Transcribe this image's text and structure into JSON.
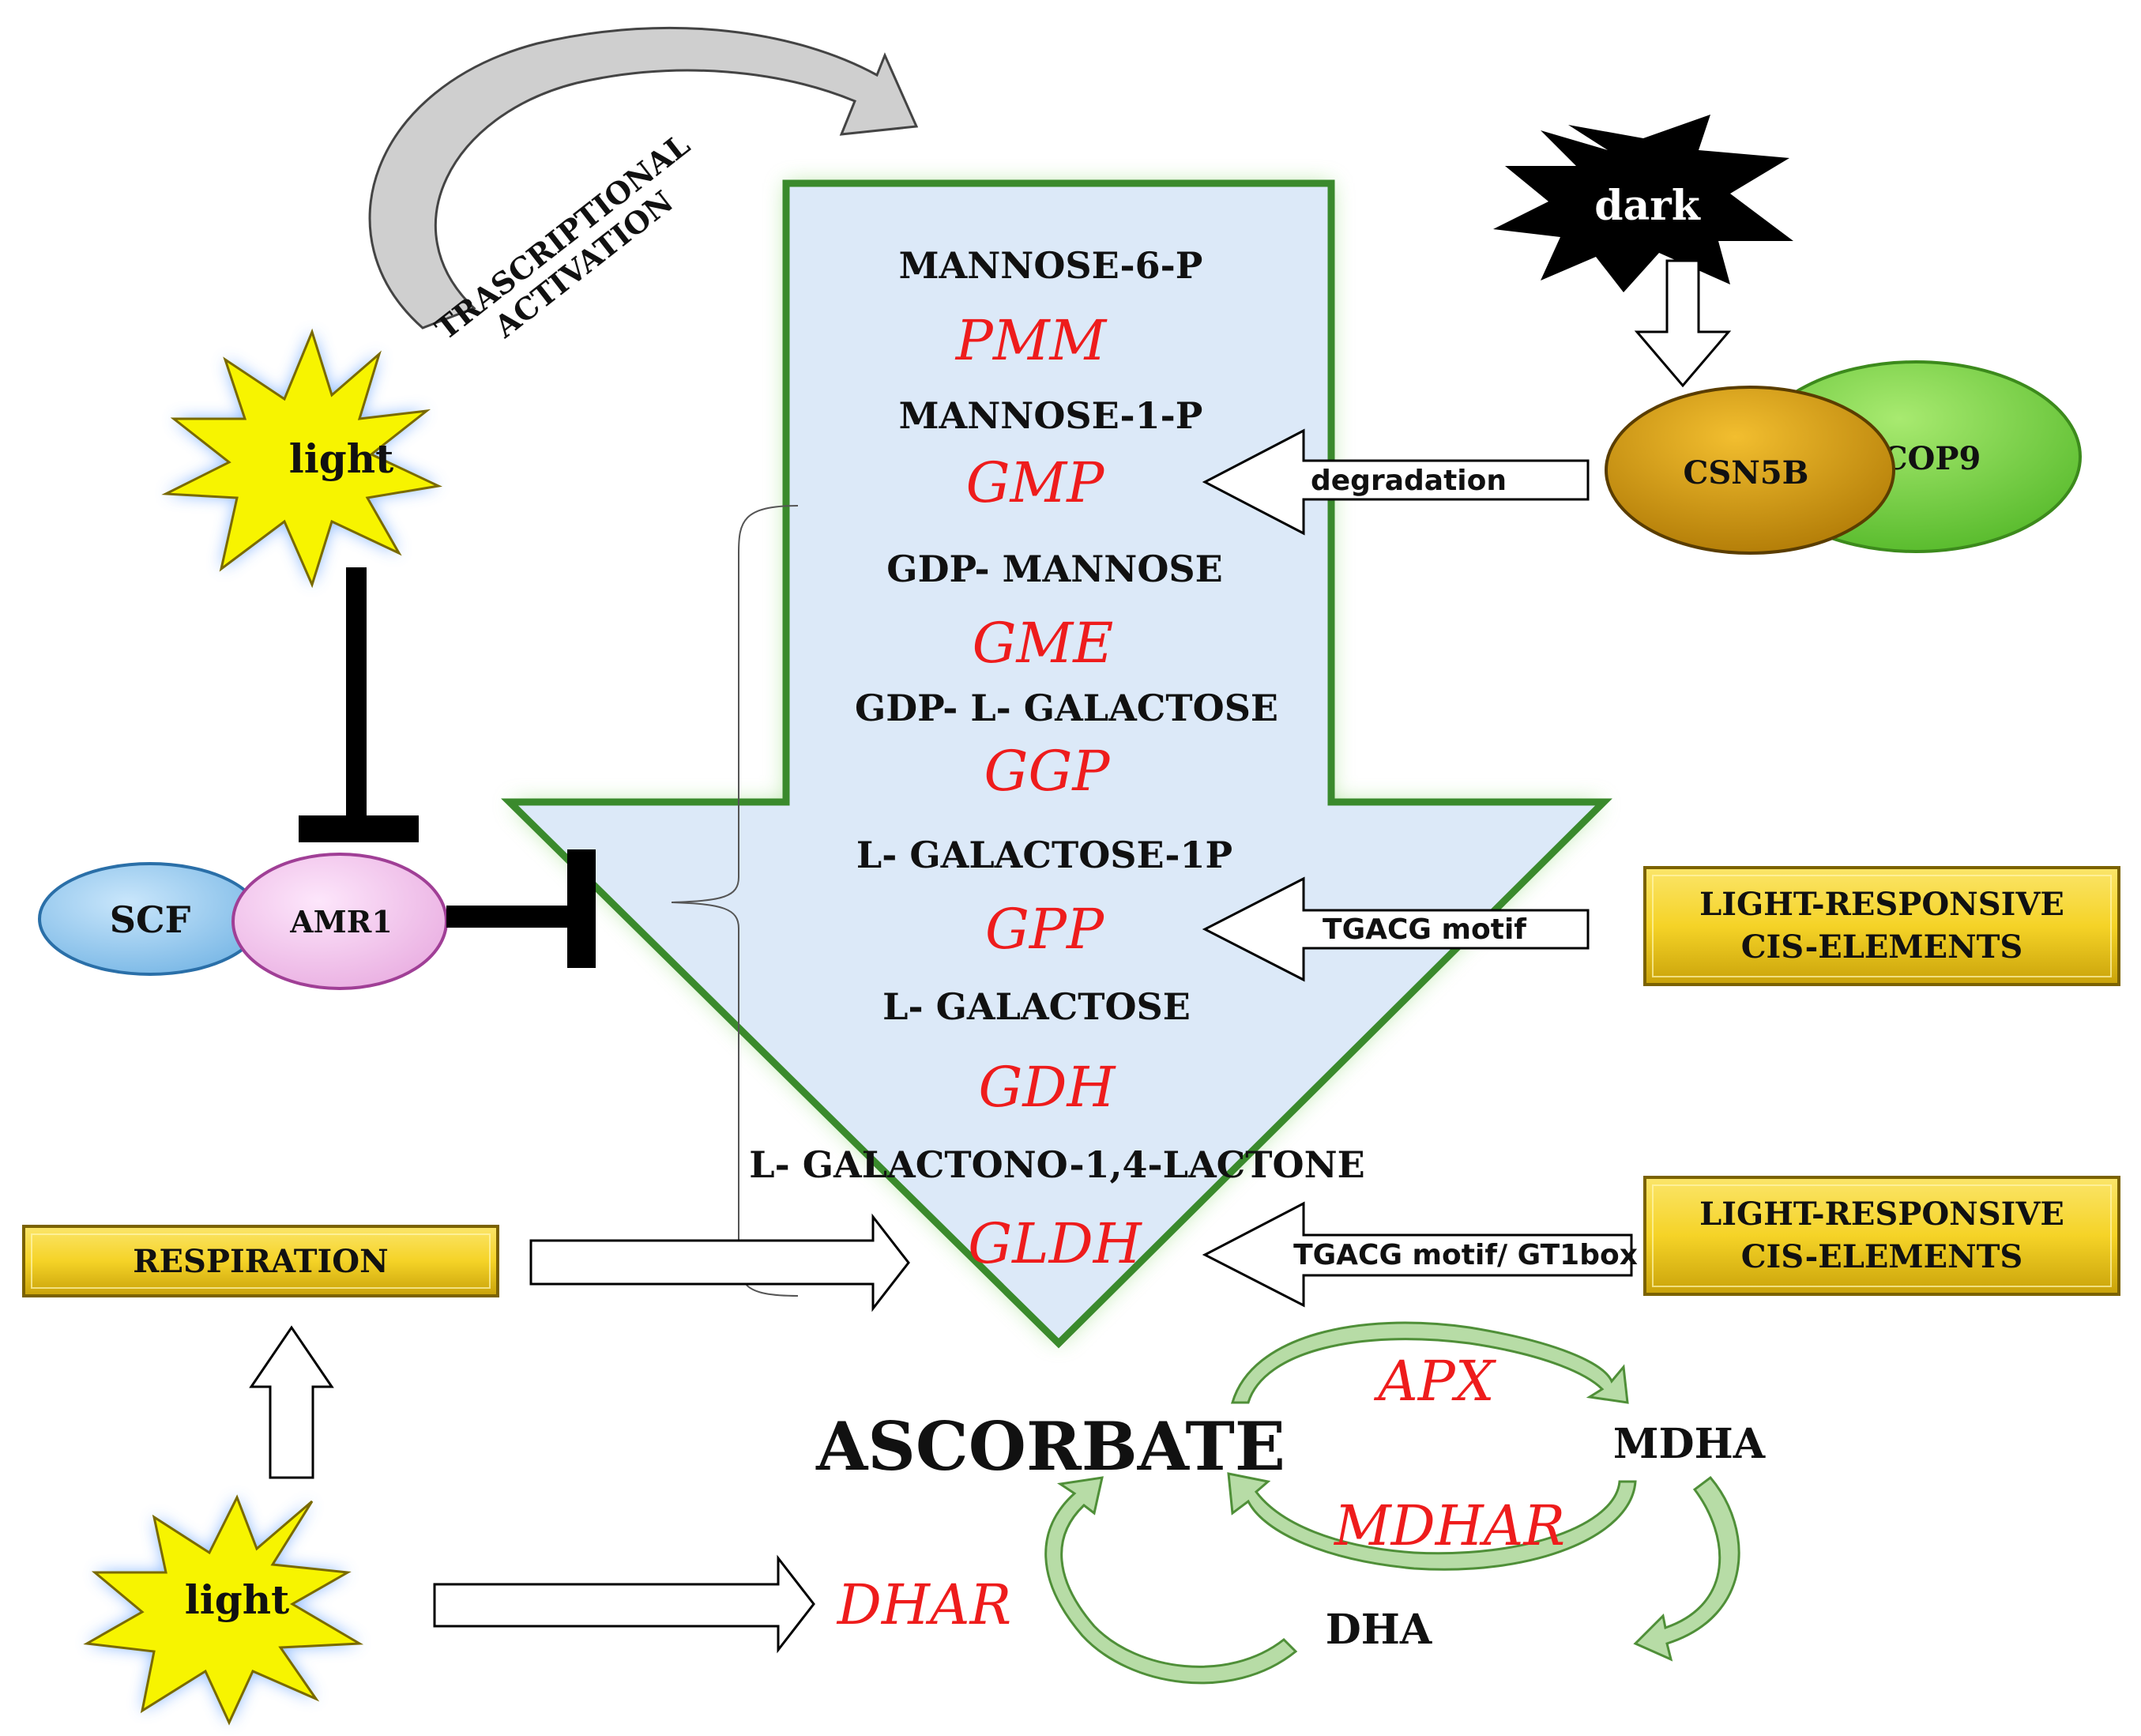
{
  "pathway": {
    "metabolites": [
      "MANNOSE-6-P",
      "MANNOSE-1-P",
      "GDP- MANNOSE",
      "GDP- L- GALACTOSE",
      "L- GALACTOSE-1P",
      "L- GALACTOSE",
      "L- GALACTONO-1,4-LACTONE"
    ],
    "enzymes": [
      "PMM",
      "GMP",
      "GME",
      "GGP",
      "GPP",
      "GDH",
      "GLDH"
    ],
    "product": "ASCORBATE"
  },
  "regulators": {
    "light_top": "light",
    "light_bottom": "light",
    "dark": "dark",
    "transcriptional_activation": [
      "TRASCRIPTIONAL",
      "ACTIVATION"
    ],
    "scf": "SCF",
    "amr1": "AMR1",
    "csn5b": "CSN5B",
    "cop9": "COP9",
    "degradation": "degradation",
    "tgacg_motif": "TGACG motif",
    "tgacg_gt1box": "TGACG motif/ GT1box",
    "respiration": "RESPIRATION",
    "cis_elements_1": [
      "LIGHT-RESPONSIVE",
      "CIS-ELEMENTS"
    ],
    "cis_elements_2": [
      "LIGHT-RESPONSIVE",
      "CIS-ELEMENTS"
    ]
  },
  "cycle": {
    "apx": "APX",
    "mdha": "MDHA",
    "mdhar": "MDHAR",
    "dha": "DHA",
    "dhar": "DHAR"
  },
  "colors": {
    "enzyme_red": "#ee1c1c",
    "pathway_fill": "#dce9f8",
    "pathway_border": "#3a8a2c",
    "glow": "#7fd35f",
    "star_yellow": "#f7f400",
    "gold_box": "#f5d327",
    "scf_blue": "#9fcff0",
    "amr1_pink": "#f5c8f0",
    "csn5b_gold": "#d79b0c",
    "cop9_green": "#7fd345",
    "cycle_green": "#74b35c"
  }
}
